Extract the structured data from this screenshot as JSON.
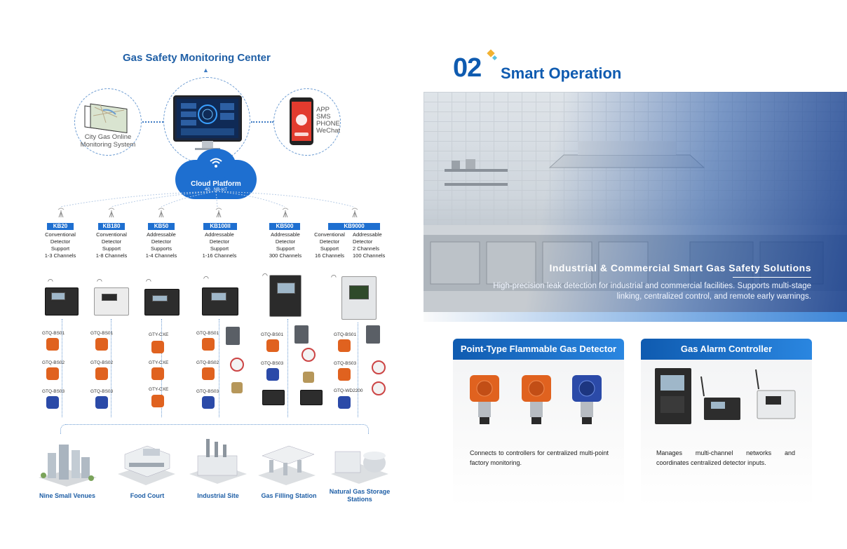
{
  "diagram": {
    "center_title": "Gas Safety Monitoring Center",
    "left_circle_label": "City Gas Online Monitoring System",
    "right_circle_labels": [
      "APP",
      "SMS",
      "PHONE",
      "WeChat"
    ],
    "cloud": {
      "label": "Cloud Platform",
      "tag_4g": "4G",
      "tag_nbiot": "NB-IoT"
    },
    "models": [
      {
        "tag": "KB20",
        "desc": [
          "Conventional",
          "Detector",
          "Support",
          "1-3 Channels"
        ]
      },
      {
        "tag": "KB180",
        "desc": [
          "Conventional",
          "Detector",
          "Support",
          "1-8 Channels"
        ]
      },
      {
        "tag": "KB50",
        "desc": [
          "Addressable",
          "Detector",
          "Supports",
          "1-4 Channels"
        ]
      },
      {
        "tag": "KB100II",
        "desc": [
          "Addressable",
          "Detector",
          "Support",
          "1-16 Channels"
        ]
      },
      {
        "tag": "KB500",
        "desc": [
          "Addressable",
          "Detector",
          "Support",
          "300 Channels"
        ]
      },
      {
        "tag": "KB9000",
        "desc_a": [
          "Conventional",
          "Detector",
          "Support",
          "16 Channels"
        ],
        "desc_b": [
          "Addressable",
          "Detector",
          "2 Channels",
          "100 Channels"
        ]
      }
    ],
    "detectors": {
      "col1": [
        "GTQ-BS01",
        "GTQ-BS02",
        "GTQ-BS03"
      ],
      "col2": [
        "GTQ-BS01",
        "GTQ-BS02",
        "GTQ-BS03"
      ],
      "col3": [
        "GTY-CXE",
        "GTY-CXE",
        "GTY-CXE"
      ],
      "col4": [
        "GTQ-BS01",
        "GTQ-BS02",
        "GTQ-BS03"
      ],
      "col5": [
        "GTQ-BS01",
        "GTQ-BS03"
      ],
      "col6": [
        "GTQ-BS01",
        "GTQ-BS03",
        "GTQ-WD2200"
      ]
    },
    "venues": [
      {
        "label": "Nine Small Venues"
      },
      {
        "label": "Food Court"
      },
      {
        "label": "Industrial Site"
      },
      {
        "label": "Gas Filling Station"
      },
      {
        "label": "Natural Gas Storage Stations"
      }
    ]
  },
  "section": {
    "number": "02",
    "title": "Smart Operation",
    "hero_title": "Industrial & Commercial Smart Gas Safety Solutions",
    "hero_desc": "High-precision leak detection for industrial and commercial facilities. Supports multi-stage linking, centralized control, and remote early warnings."
  },
  "cards": [
    {
      "title": "Point-Type Flammable Gas Detector",
      "text": "Connects to controllers for centralized multi-point factory monitoring."
    },
    {
      "title": "Gas Alarm Controller",
      "text": "Manages multi-channel networks and coordinates centralized detector inputs."
    }
  ],
  "colors": {
    "brand_blue": "#0f5bb0",
    "accent_blue": "#1e6fd0",
    "detector_orange": "#e0621f"
  }
}
